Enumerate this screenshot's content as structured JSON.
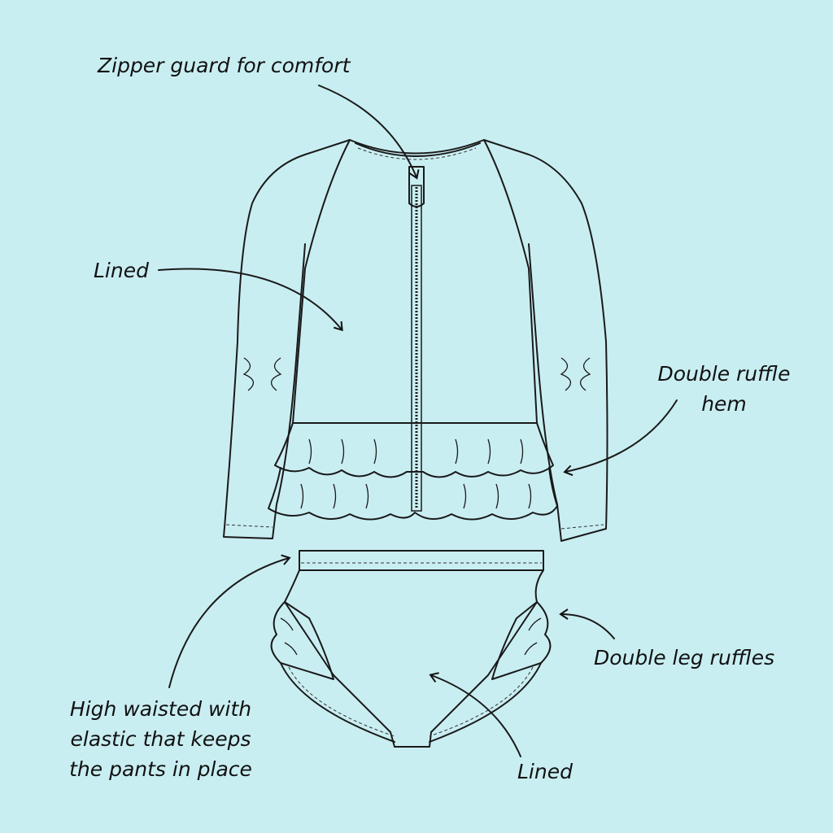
{
  "background_color": "#c9eef2",
  "labels": {
    "zipper": "Zipper guard for comfort",
    "lined_top": "Lined",
    "ruffle_hem": [
      "Double ruffle",
      "hem"
    ],
    "leg_ruffles": "Double leg ruffles",
    "high_waist": [
      "High waisted with",
      "elastic that keeps",
      "the pants in place"
    ],
    "lined_bottom": "Lined"
  }
}
